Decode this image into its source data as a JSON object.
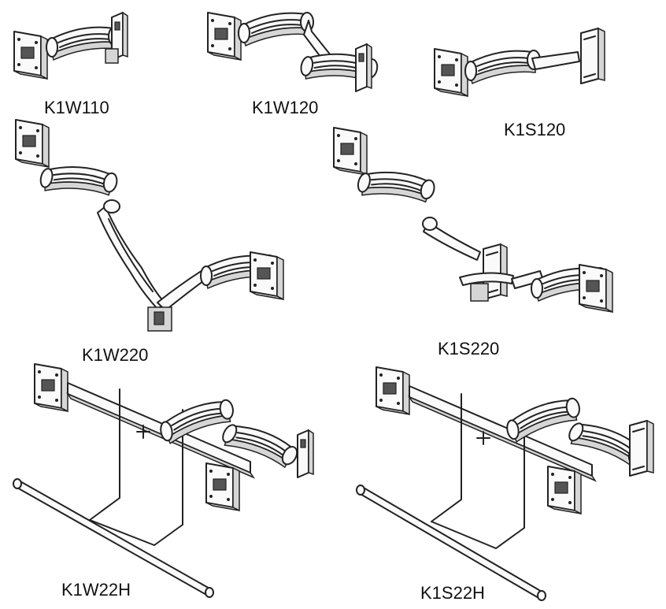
{
  "labels": {
    "k1w110": "K1W110",
    "k1w120": "K1W120",
    "k1s120": "K1S120",
    "k1w220": "K1W220",
    "k1s220": "K1S220",
    "k1w22h": "K1W22H",
    "k1s22h": "K1S22H"
  },
  "colors": {
    "line": "#222222",
    "shade": "#d6d6d6",
    "background": "#ffffff"
  }
}
